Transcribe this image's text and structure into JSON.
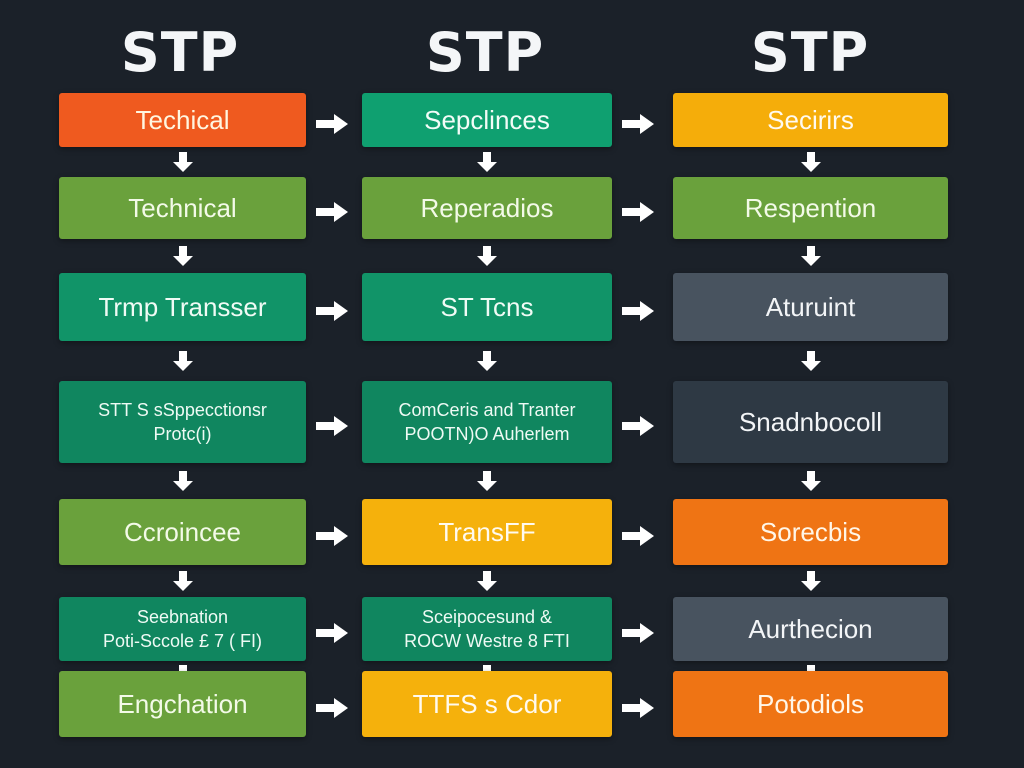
{
  "columns": [
    {
      "title": "STP",
      "boxes": [
        {
          "lines": [
            "Techical"
          ],
          "fill": "#ef5a1f",
          "text": "#fff6e0"
        },
        {
          "lines": [
            "Technical"
          ],
          "fill": "#6aa13c",
          "text": "#f3fae8"
        },
        {
          "lines": [
            "Trmp Transser"
          ],
          "fill": "#119468",
          "text": "#f0fbf5"
        },
        {
          "lines": [
            "STT S  sSppecctionsr",
            "Protc(i)"
          ],
          "fill": "#10865f",
          "text": "#eefaf4"
        },
        {
          "lines": [
            "Ccroincee"
          ],
          "fill": "#6aa13c",
          "text": "#f3fae8"
        },
        {
          "lines": [
            "Seebnation",
            "Poti-Sccole  £ 7 ( FI)"
          ],
          "fill": "#10865f",
          "text": "#eefaf4"
        },
        {
          "lines": [
            "Engchation"
          ],
          "fill": "#6aa13c",
          "text": "#f3fae8"
        }
      ]
    },
    {
      "title": "STP",
      "boxes": [
        {
          "lines": [
            "Sepclinces"
          ],
          "fill": "#0fa070",
          "text": "#f2fcf7"
        },
        {
          "lines": [
            "Reperadios"
          ],
          "fill": "#6aa13c",
          "text": "#f3fae8"
        },
        {
          "lines": [
            "ST Tcns"
          ],
          "fill": "#119468",
          "text": "#f0fbf5"
        },
        {
          "lines": [
            "ComCeris and Tranter",
            "POOTN)O Auherlem"
          ],
          "fill": "#10865f",
          "text": "#eefaf4"
        },
        {
          "lines": [
            "TransFF"
          ],
          "fill": "#f5b10c",
          "text": "#fffaf0"
        },
        {
          "lines": [
            "Sceipocesund &",
            "ROCW Westre 8 FTI"
          ],
          "fill": "#10865f",
          "text": "#eefaf4"
        },
        {
          "lines": [
            "TTFS s Cdor"
          ],
          "fill": "#f5b10c",
          "text": "#fffaf0"
        }
      ]
    },
    {
      "title": "STP",
      "boxes": [
        {
          "lines": [
            "Secirirs"
          ],
          "fill": "#f5ad0a",
          "text": "#fffaf0"
        },
        {
          "lines": [
            "Respention"
          ],
          "fill": "#6aa13c",
          "text": "#f3fae8"
        },
        {
          "lines": [
            "Aturuint"
          ],
          "fill": "#48535f",
          "text": "#f3f5f7"
        },
        {
          "lines": [
            "Snadnbocoll"
          ],
          "fill": "#2e3944",
          "text": "#f3f5f7"
        },
        {
          "lines": [
            "Sorecbis"
          ],
          "fill": "#ef7414",
          "text": "#fff6e8"
        },
        {
          "lines": [
            "Aurthecion"
          ],
          "fill": "#48535f",
          "text": "#f3f5f7"
        },
        {
          "lines": [
            "Potodiols"
          ],
          "fill": "#ef7414",
          "text": "#fff6e8"
        }
      ]
    }
  ],
  "colors": {
    "background": "#1b2129",
    "arrow": "#ffffff",
    "title": "#f4f6f8"
  }
}
